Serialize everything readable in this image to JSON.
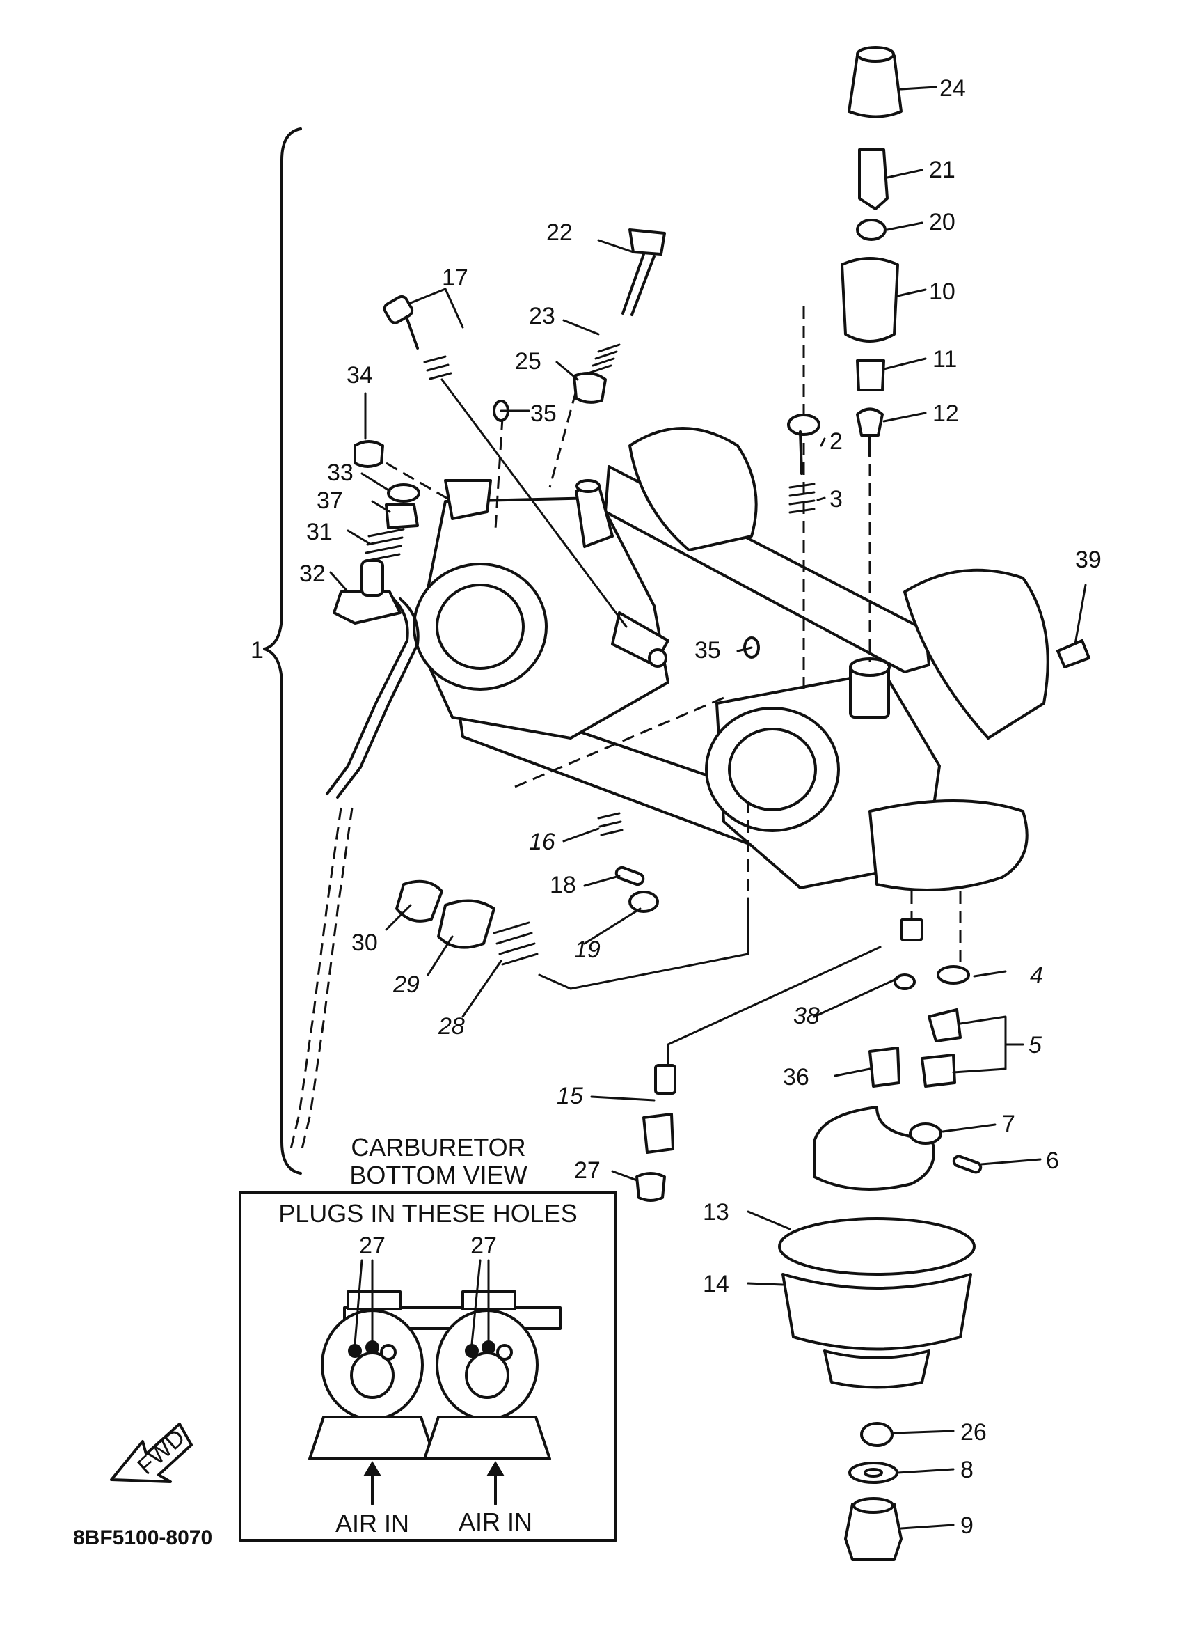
{
  "diagram": {
    "part_code": "8BF5100-8070",
    "bottom_view_title_line1": "CARBURETOR",
    "bottom_view_title_line2": "BOTTOM VIEW",
    "plugs_caption": "PLUGS IN THESE HOLES",
    "air_in_left": "AIR IN",
    "air_in_right": "AIR IN",
    "plug_label_left": "27",
    "plug_label_right": "27",
    "fwd_label": "FWD",
    "callouts": {
      "c1": "1",
      "c2": "2",
      "c3": "3",
      "c4": "4",
      "c5": "5",
      "c6": "6",
      "c7": "7",
      "c8": "8",
      "c9": "9",
      "c10": "10",
      "c11": "11",
      "c12": "12",
      "c13": "13",
      "c14": "14",
      "c15": "15",
      "c16": "16",
      "c17": "17",
      "c18": "18",
      "c19": "19",
      "c20": "20",
      "c21": "21",
      "c22": "22",
      "c23": "23",
      "c24": "24",
      "c25": "25",
      "c26": "26",
      "c27": "27",
      "c28": "28",
      "c29": "29",
      "c30": "30",
      "c31": "31",
      "c32": "32",
      "c33": "33",
      "c34": "34",
      "c35a": "35",
      "c35b": "35",
      "c36": "36",
      "c37": "37",
      "c38": "38",
      "c39": "39"
    }
  }
}
